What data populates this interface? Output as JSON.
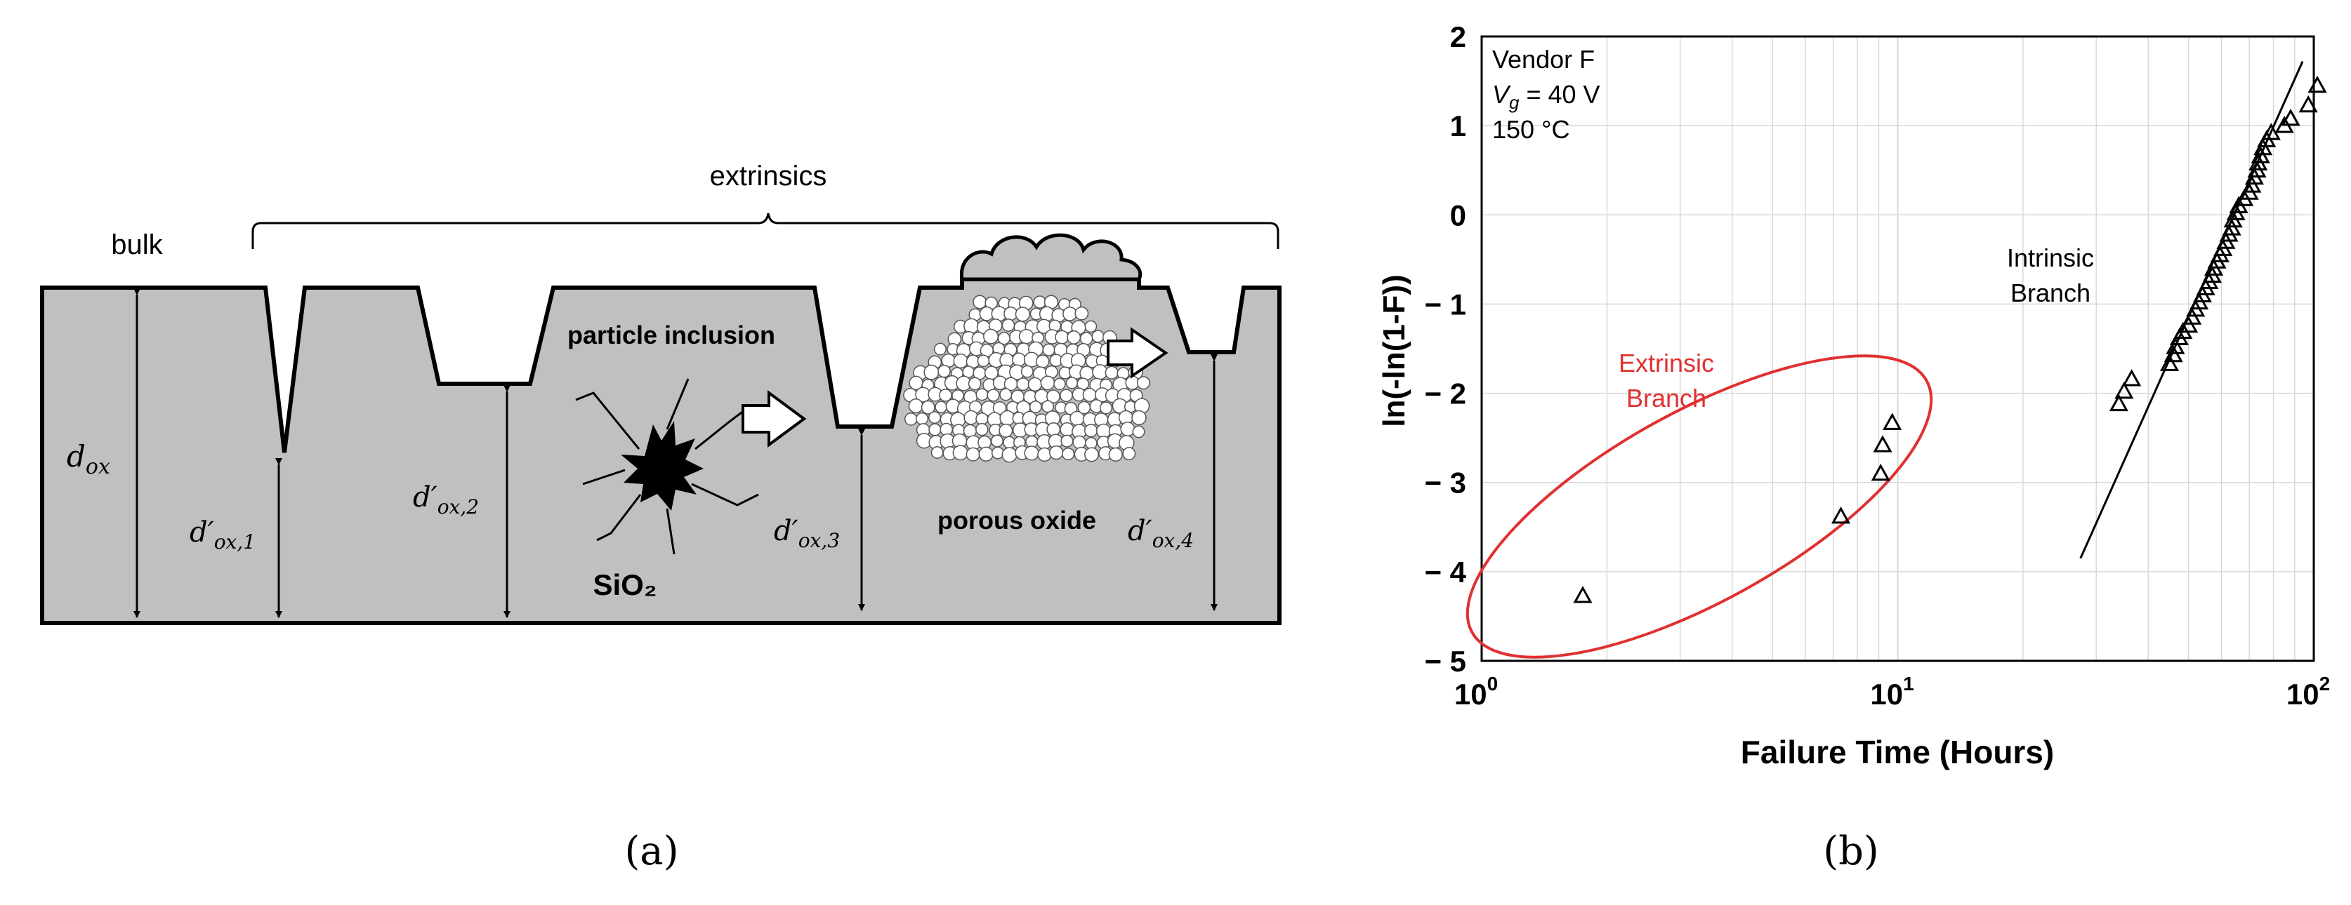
{
  "panel_a": {
    "caption": "(a)",
    "labels": {
      "extrinsics": "extrinsics",
      "bulk": "bulk",
      "particle_inclusion": "particle inclusion",
      "porous_oxide": "porous oxide",
      "sio2": "SiO₂",
      "d_ox": "d",
      "d_ox_sub": "ox",
      "d1": "d′",
      "d1_sub": "ox,1",
      "d2": "d′",
      "d2_sub": "ox,2",
      "d3": "d′",
      "d3_sub": "ox,3",
      "d4": "d′",
      "d4_sub": "ox,4"
    },
    "colors": {
      "oxide": "#c0c0c0",
      "outline": "#000000"
    }
  },
  "panel_b": {
    "caption": "(b)",
    "annotation": {
      "line1": "Vendor F",
      "line2_var": "V",
      "line2_sub": "g",
      "line2_rest": " = 40 V",
      "line3": "150 °C"
    },
    "intrinsic_label_1": "Intrinsic",
    "intrinsic_label_2": "Branch",
    "extrinsic_label_1": "Extrinsic",
    "extrinsic_label_2": "Branch",
    "colors": {
      "extrinsic": "#e03030",
      "marker": "#000000",
      "grid": "#d8d8d8"
    }
  },
  "chart_data": {
    "type": "scatter",
    "xlabel": "Failure Time (Hours)",
    "ylabel": "ln(-ln(1-F))",
    "xscale": "log",
    "xlim": [
      1,
      100
    ],
    "ylim": [
      -5,
      2
    ],
    "xticks": [
      {
        "value": 1,
        "base": "10",
        "exp": "0"
      },
      {
        "value": 10,
        "base": "10",
        "exp": "1"
      },
      {
        "value": 100,
        "base": "10",
        "exp": "2"
      }
    ],
    "yticks": [
      "2",
      "1",
      "0",
      "− 1",
      "− 2",
      "− 3",
      "− 4",
      "− 5"
    ],
    "grid": true,
    "marker": "triangle",
    "extrinsic_points": [
      [
        1.75,
        -4.27
      ],
      [
        7.3,
        -3.38
      ],
      [
        9.1,
        -2.9
      ],
      [
        9.2,
        -2.58
      ],
      [
        9.7,
        -2.33
      ]
    ],
    "intrinsic_points": [
      [
        34.0,
        -2.12
      ],
      [
        35.0,
        -1.98
      ],
      [
        36.5,
        -1.84
      ],
      [
        45.0,
        -1.67
      ],
      [
        46.0,
        -1.57
      ],
      [
        46.5,
        -1.48
      ],
      [
        47.5,
        -1.38
      ],
      [
        48.5,
        -1.31
      ],
      [
        50.0,
        -1.24
      ],
      [
        51.0,
        -1.15
      ],
      [
        52.0,
        -1.06
      ],
      [
        53.0,
        -0.98
      ],
      [
        54.0,
        -0.9
      ],
      [
        55.0,
        -0.82
      ],
      [
        56.0,
        -0.75
      ],
      [
        57.0,
        -0.68
      ],
      [
        57.5,
        -0.6
      ],
      [
        58.5,
        -0.52
      ],
      [
        59.5,
        -0.45
      ],
      [
        60.5,
        -0.38
      ],
      [
        61.5,
        -0.3
      ],
      [
        62.5,
        -0.22
      ],
      [
        63.5,
        -0.15
      ],
      [
        64.0,
        -0.06
      ],
      [
        65.0,
        0.02
      ],
      [
        66.0,
        0.1
      ],
      [
        68.0,
        0.18
      ],
      [
        70.0,
        0.25
      ],
      [
        71.0,
        0.33
      ],
      [
        72.0,
        0.42
      ],
      [
        73.0,
        0.5
      ],
      [
        73.5,
        0.58
      ],
      [
        74.5,
        0.66
      ],
      [
        75.5,
        0.75
      ],
      [
        77.0,
        0.84
      ],
      [
        79.0,
        0.92
      ],
      [
        85.0,
        1.0
      ],
      [
        88.0,
        1.08
      ],
      [
        97.0,
        1.23
      ],
      [
        102.0,
        1.45
      ]
    ],
    "fit_line": [
      [
        27.5,
        -3.85
      ],
      [
        94.0,
        1.72
      ]
    ]
  }
}
